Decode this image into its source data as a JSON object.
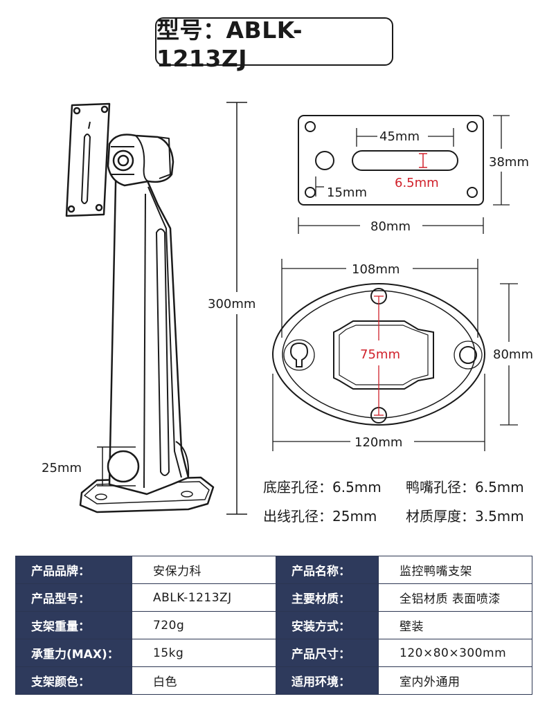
{
  "header": {
    "model_label": "型号：ABLK-1213ZJ"
  },
  "dimensions": {
    "height": "300mm",
    "pipe_hole": "25mm",
    "plate_hole_span": "45mm",
    "plate_height": "38mm",
    "plate_slot": "6.5mm",
    "plate_offset": "15mm",
    "plate_width": "80mm",
    "base_hole_span": "108mm",
    "base_height": "80mm",
    "base_inner": "75mm",
    "base_width": "120mm"
  },
  "specs": {
    "base_hole": "底座孔径：6.5mm",
    "mount_hole": "鸭嘴孔径：6.5mm",
    "cable_hole": "出线孔径：25mm",
    "thickness": "材质厚度：3.5mm"
  },
  "table": {
    "rows": [
      [
        "产品品牌：",
        "安保力科",
        "产品名称：",
        "监控鸭嘴支架"
      ],
      [
        "产品型号：",
        "ABLK-1213ZJ",
        "主要材质：",
        "全铝材质 表面喷漆"
      ],
      [
        "支架重量：",
        "720g",
        "安装方式：",
        "壁装"
      ],
      [
        "承重力(MAX)：",
        "15kg",
        "产品尺寸：",
        "120×80×300mm"
      ],
      [
        "支架颜色：",
        "白色",
        "适用环境：",
        "室内外通用"
      ]
    ]
  },
  "colors": {
    "table_header": "#2e3a5c",
    "accent_red": "#d0202a",
    "line": "#1a1a1a"
  }
}
